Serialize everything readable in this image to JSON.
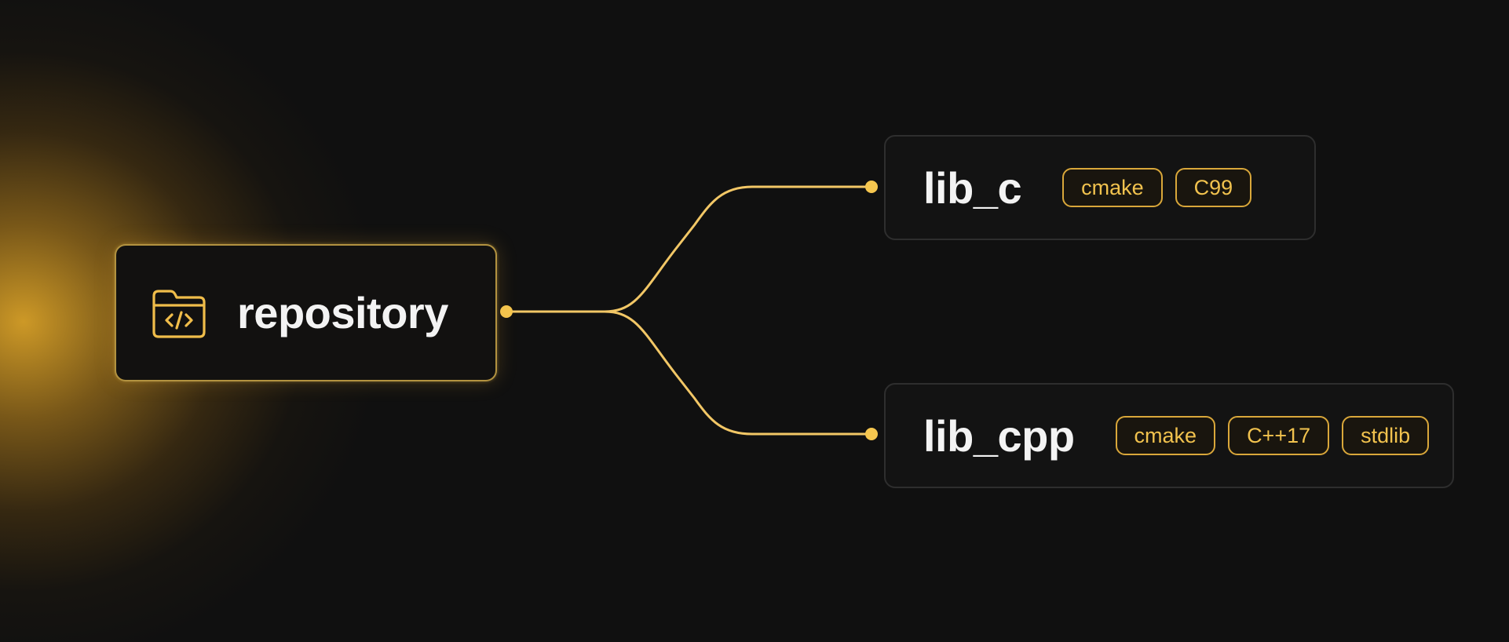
{
  "colors": {
    "background": "#101010",
    "accent": "#f2c04e",
    "node_border": "#2e2e2e",
    "glow": "#d7a028"
  },
  "root": {
    "label": "repository",
    "icon": "folder-code-icon"
  },
  "children": [
    {
      "label": "lib_c",
      "tags": [
        "cmake",
        "C99"
      ]
    },
    {
      "label": "lib_cpp",
      "tags": [
        "cmake",
        "C++17",
        "stdlib"
      ]
    }
  ]
}
